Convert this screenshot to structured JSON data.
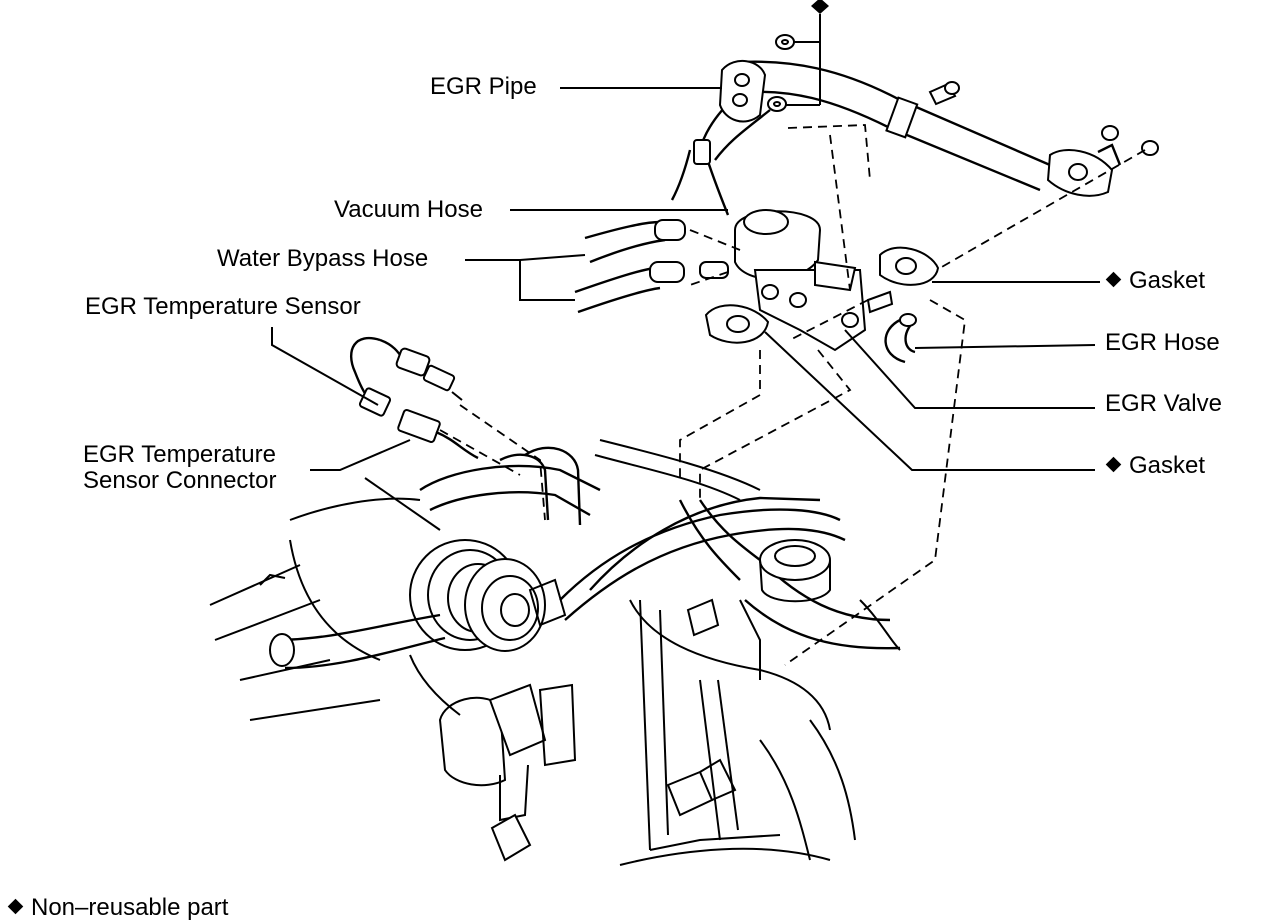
{
  "labels": {
    "egr_pipe": "EGR Pipe",
    "vacuum_hose": "Vacuum Hose",
    "water_bypass_hose": "Water Bypass Hose",
    "egr_temp_sensor": "EGR Temperature Sensor",
    "egr_temp_sensor_connector_line1": "EGR Temperature",
    "egr_temp_sensor_connector_line2": "Sensor Connector",
    "gasket_upper": "Gasket",
    "egr_hose": "EGR Hose",
    "egr_valve": "EGR Valve",
    "gasket_lower": "Gasket"
  },
  "legend": {
    "non_reusable": "Non–reusable part"
  },
  "colors": {
    "line": "#000000",
    "background": "#ffffff"
  }
}
